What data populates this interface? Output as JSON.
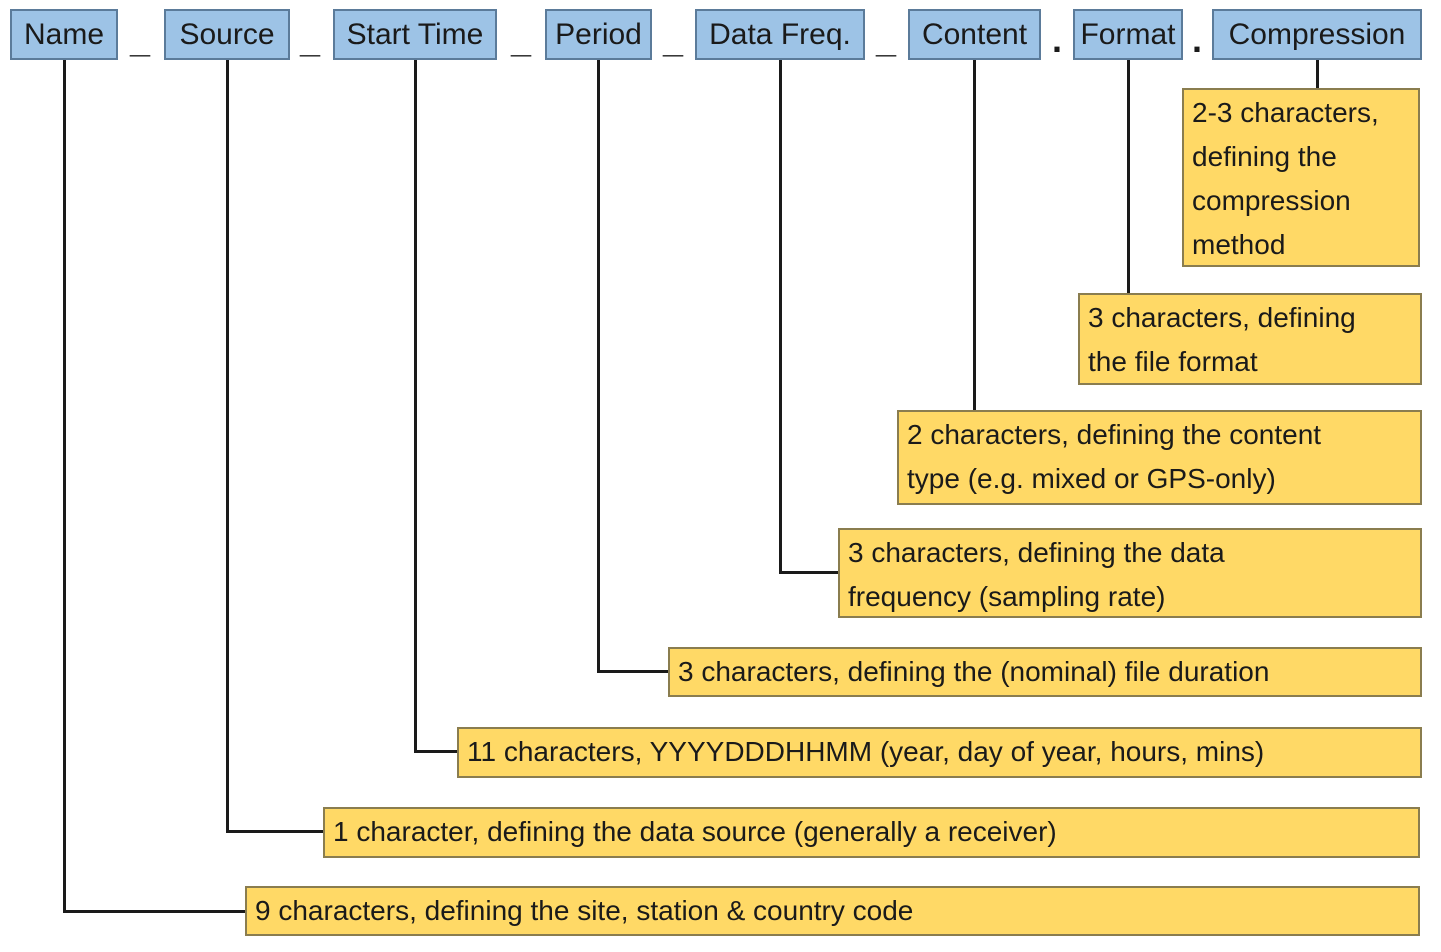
{
  "diagram": {
    "description": "File naming convention diagram",
    "fields": [
      {
        "label": "Name",
        "desc": "9 characters, defining the site, station & country code"
      },
      {
        "label": "Source",
        "desc": "1 character, defining the data source (generally a receiver)"
      },
      {
        "label": "Start Time",
        "desc": "11 characters, YYYYDDDHHMM (year, day of year, hours, mins)"
      },
      {
        "label": "Period",
        "desc": "3 characters, defining the (nominal) file duration"
      },
      {
        "label": "Data Freq.",
        "desc": "3 characters, defining the data\nfrequency (sampling rate)"
      },
      {
        "label": "Content",
        "desc": "2 characters, defining the content\ntype (e.g. mixed or GPS-only)"
      },
      {
        "label": "Format",
        "desc": "3 characters, defining\nthe file format"
      },
      {
        "label": "Compression",
        "desc": "2-3 characters,\ndefining the\ncompression\nmethod"
      }
    ],
    "separators": [
      "_",
      "_",
      "_",
      "_",
      "_",
      ".",
      "."
    ],
    "colors": {
      "field_fill": "#9DC3E6",
      "field_border": "#5B7B9A",
      "note_fill": "#FFD966",
      "note_border": "#8A7D4F",
      "line": "#1a1a1a"
    }
  }
}
